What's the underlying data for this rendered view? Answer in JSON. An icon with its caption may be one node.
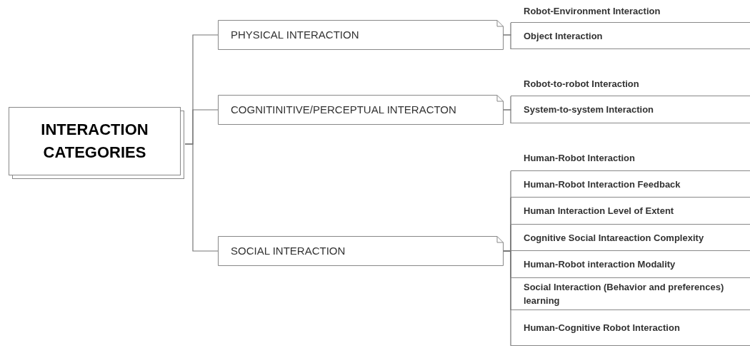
{
  "diagram": {
    "nodes": [
      {
        "text": [
          "INTERACTION CATEGORIES"
        ]
      },
      {
        "text": [
          "PHYSICAL INTERACTION"
        ]
      },
      {
        "text": [
          "Robot-Environment Interaction"
        ]
      },
      {
        "text": [
          "Object Interaction"
        ]
      },
      {
        "text": [
          "COGNITINITIVE/PERCEPTUAL INTERACTON"
        ]
      },
      {
        "text": [
          "Robot-to-robot Interaction"
        ]
      },
      {
        "text": [
          "System-to-system Interaction"
        ]
      },
      {
        "text": [
          "SOCIAL INTERACTION"
        ]
      },
      {
        "text": [
          "Human-Robot Interaction"
        ]
      },
      {
        "text": [
          "Human-Robot Interaction Feedback"
        ]
      },
      {
        "text": [
          "Human Interaction Level of Extent"
        ]
      },
      {
        "text": [
          "Cognitive Social Intareaction Complexity"
        ]
      },
      {
        "text": [
          "Human-Robot interaction Modality"
        ]
      },
      {
        "text": [
          "Social Interaction (Behavior and preferences) learning"
        ]
      },
      {
        "text": [
          "Human-Cognitive Robot Interaction"
        ]
      }
    ],
    "edges": [
      {
        "from": 0,
        "to": 1,
        "arrow": "none"
      },
      {
        "from": 0,
        "to": 4,
        "arrow": "none"
      },
      {
        "from": 0,
        "to": 7,
        "arrow": "none"
      },
      {
        "from": 1,
        "to": 2,
        "arrow": "none"
      },
      {
        "from": 1,
        "to": 3,
        "arrow": "none"
      },
      {
        "from": 4,
        "to": 5,
        "arrow": "none"
      },
      {
        "from": 4,
        "to": 6,
        "arrow": "none"
      },
      {
        "from": 7,
        "to": 8,
        "arrow": "none"
      },
      {
        "from": 7,
        "to": 9,
        "arrow": "none"
      },
      {
        "from": 7,
        "to": 10,
        "arrow": "none"
      },
      {
        "from": 7,
        "to": 11,
        "arrow": "none"
      },
      {
        "from": 7,
        "to": 12,
        "arrow": "none"
      },
      {
        "from": 7,
        "to": 13,
        "arrow": "none"
      },
      {
        "from": 7,
        "to": 14,
        "arrow": "none"
      }
    ]
  }
}
